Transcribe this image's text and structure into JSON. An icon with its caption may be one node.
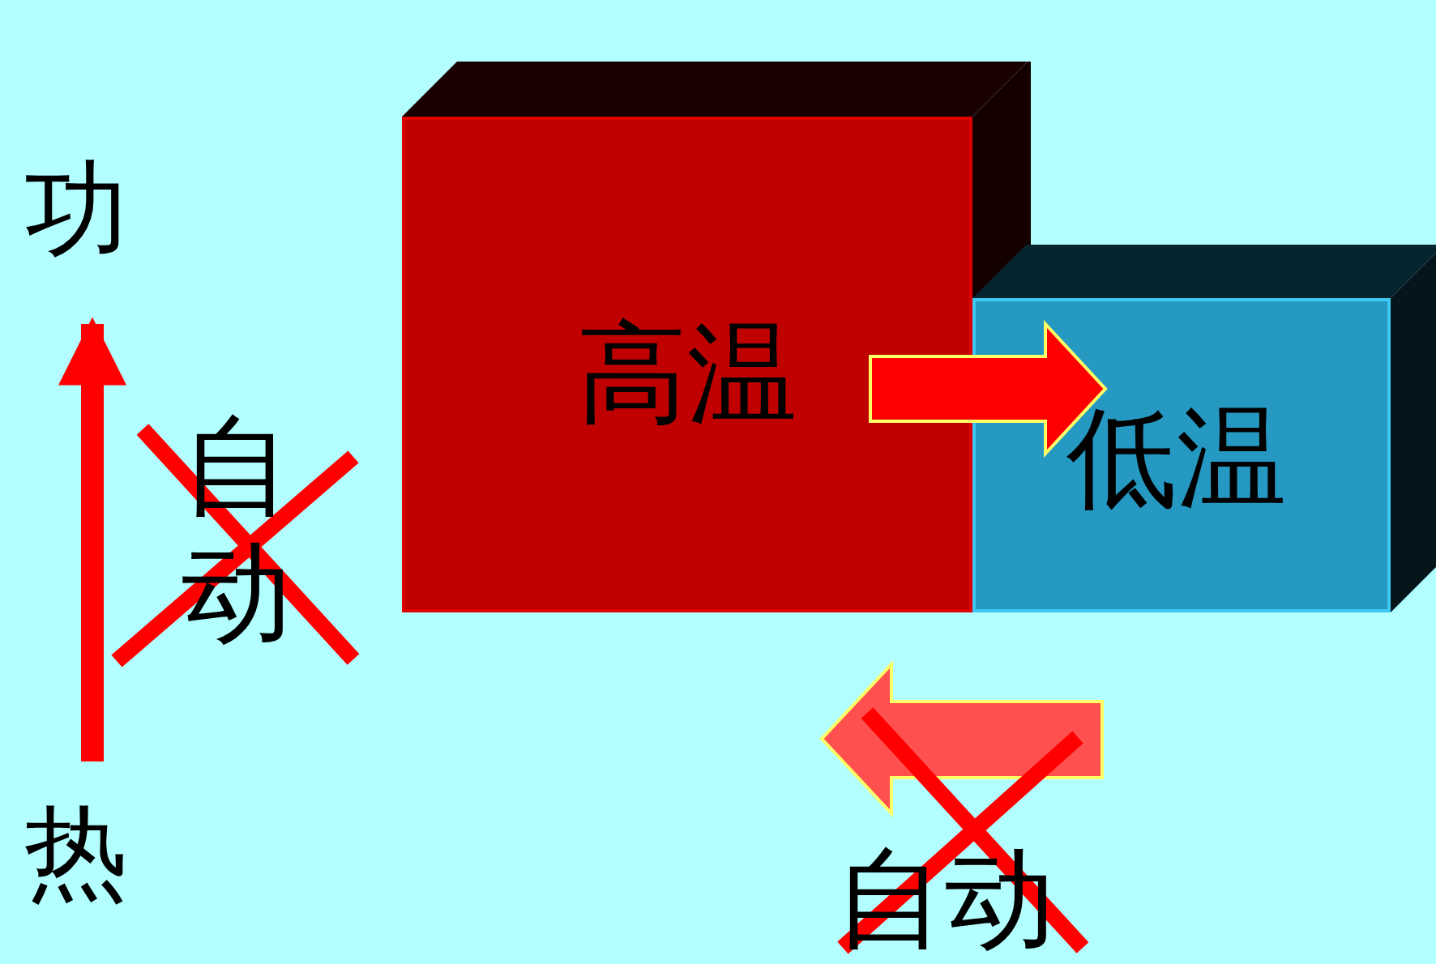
{
  "diagram": {
    "nodes": [
      {
        "text": [
          "功"
        ]
      },
      {
        "text": [
          "热"
        ]
      },
      {
        "text": [
          "高温"
        ]
      },
      {
        "text": [
          "低温"
        ]
      }
    ],
    "edges": [
      {
        "from": 1,
        "to": 0,
        "arrow": "to"
      },
      {
        "from": 2,
        "to": 3,
        "arrow": "to"
      }
    ],
    "labels": [
      "自动",
      "自动"
    ]
  }
}
